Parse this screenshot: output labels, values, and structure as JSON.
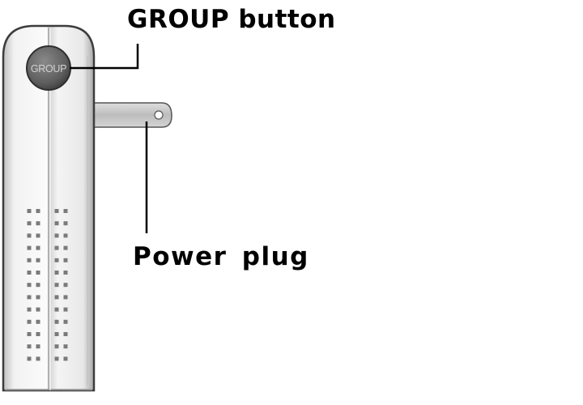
{
  "callouts": {
    "group_button": "GROUP button",
    "power_plug": "Power plug"
  },
  "device": {
    "button_label": "GROUP"
  },
  "colors": {
    "outline": "#444444",
    "body_light": "#f4f4f4",
    "body_shadow": "#c8c8c8",
    "button": "#6a6a6a",
    "prong": "#c9c9c9",
    "vent": "#8a8a8a",
    "leader": "#000000"
  }
}
